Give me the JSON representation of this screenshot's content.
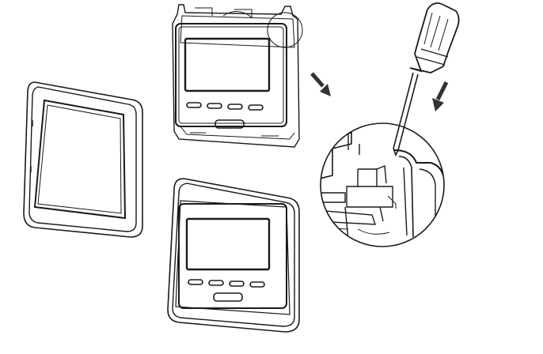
{
  "figure": {
    "kind": "installation-illustration",
    "line_color": "#1a1a1a",
    "background": "#ffffff",
    "arrow_color": "#333333"
  },
  "parts": {
    "front_frame": {
      "icon": "front-frame-icon"
    },
    "thermostat_body": {
      "icon": "thermostat-body-icon",
      "buttons": 4
    },
    "assembled_unit": {
      "icon": "assembled-thermostat-icon",
      "buttons": 4
    },
    "screwdriver": {
      "icon": "screwdriver-icon"
    },
    "detail_callout": {
      "icon": "magnifier-detail-icon"
    }
  },
  "arrows": [
    {
      "name": "move-down-right-arrow",
      "direction": "down-right"
    },
    {
      "name": "move-down-left-arrow",
      "direction": "down-left"
    }
  ]
}
